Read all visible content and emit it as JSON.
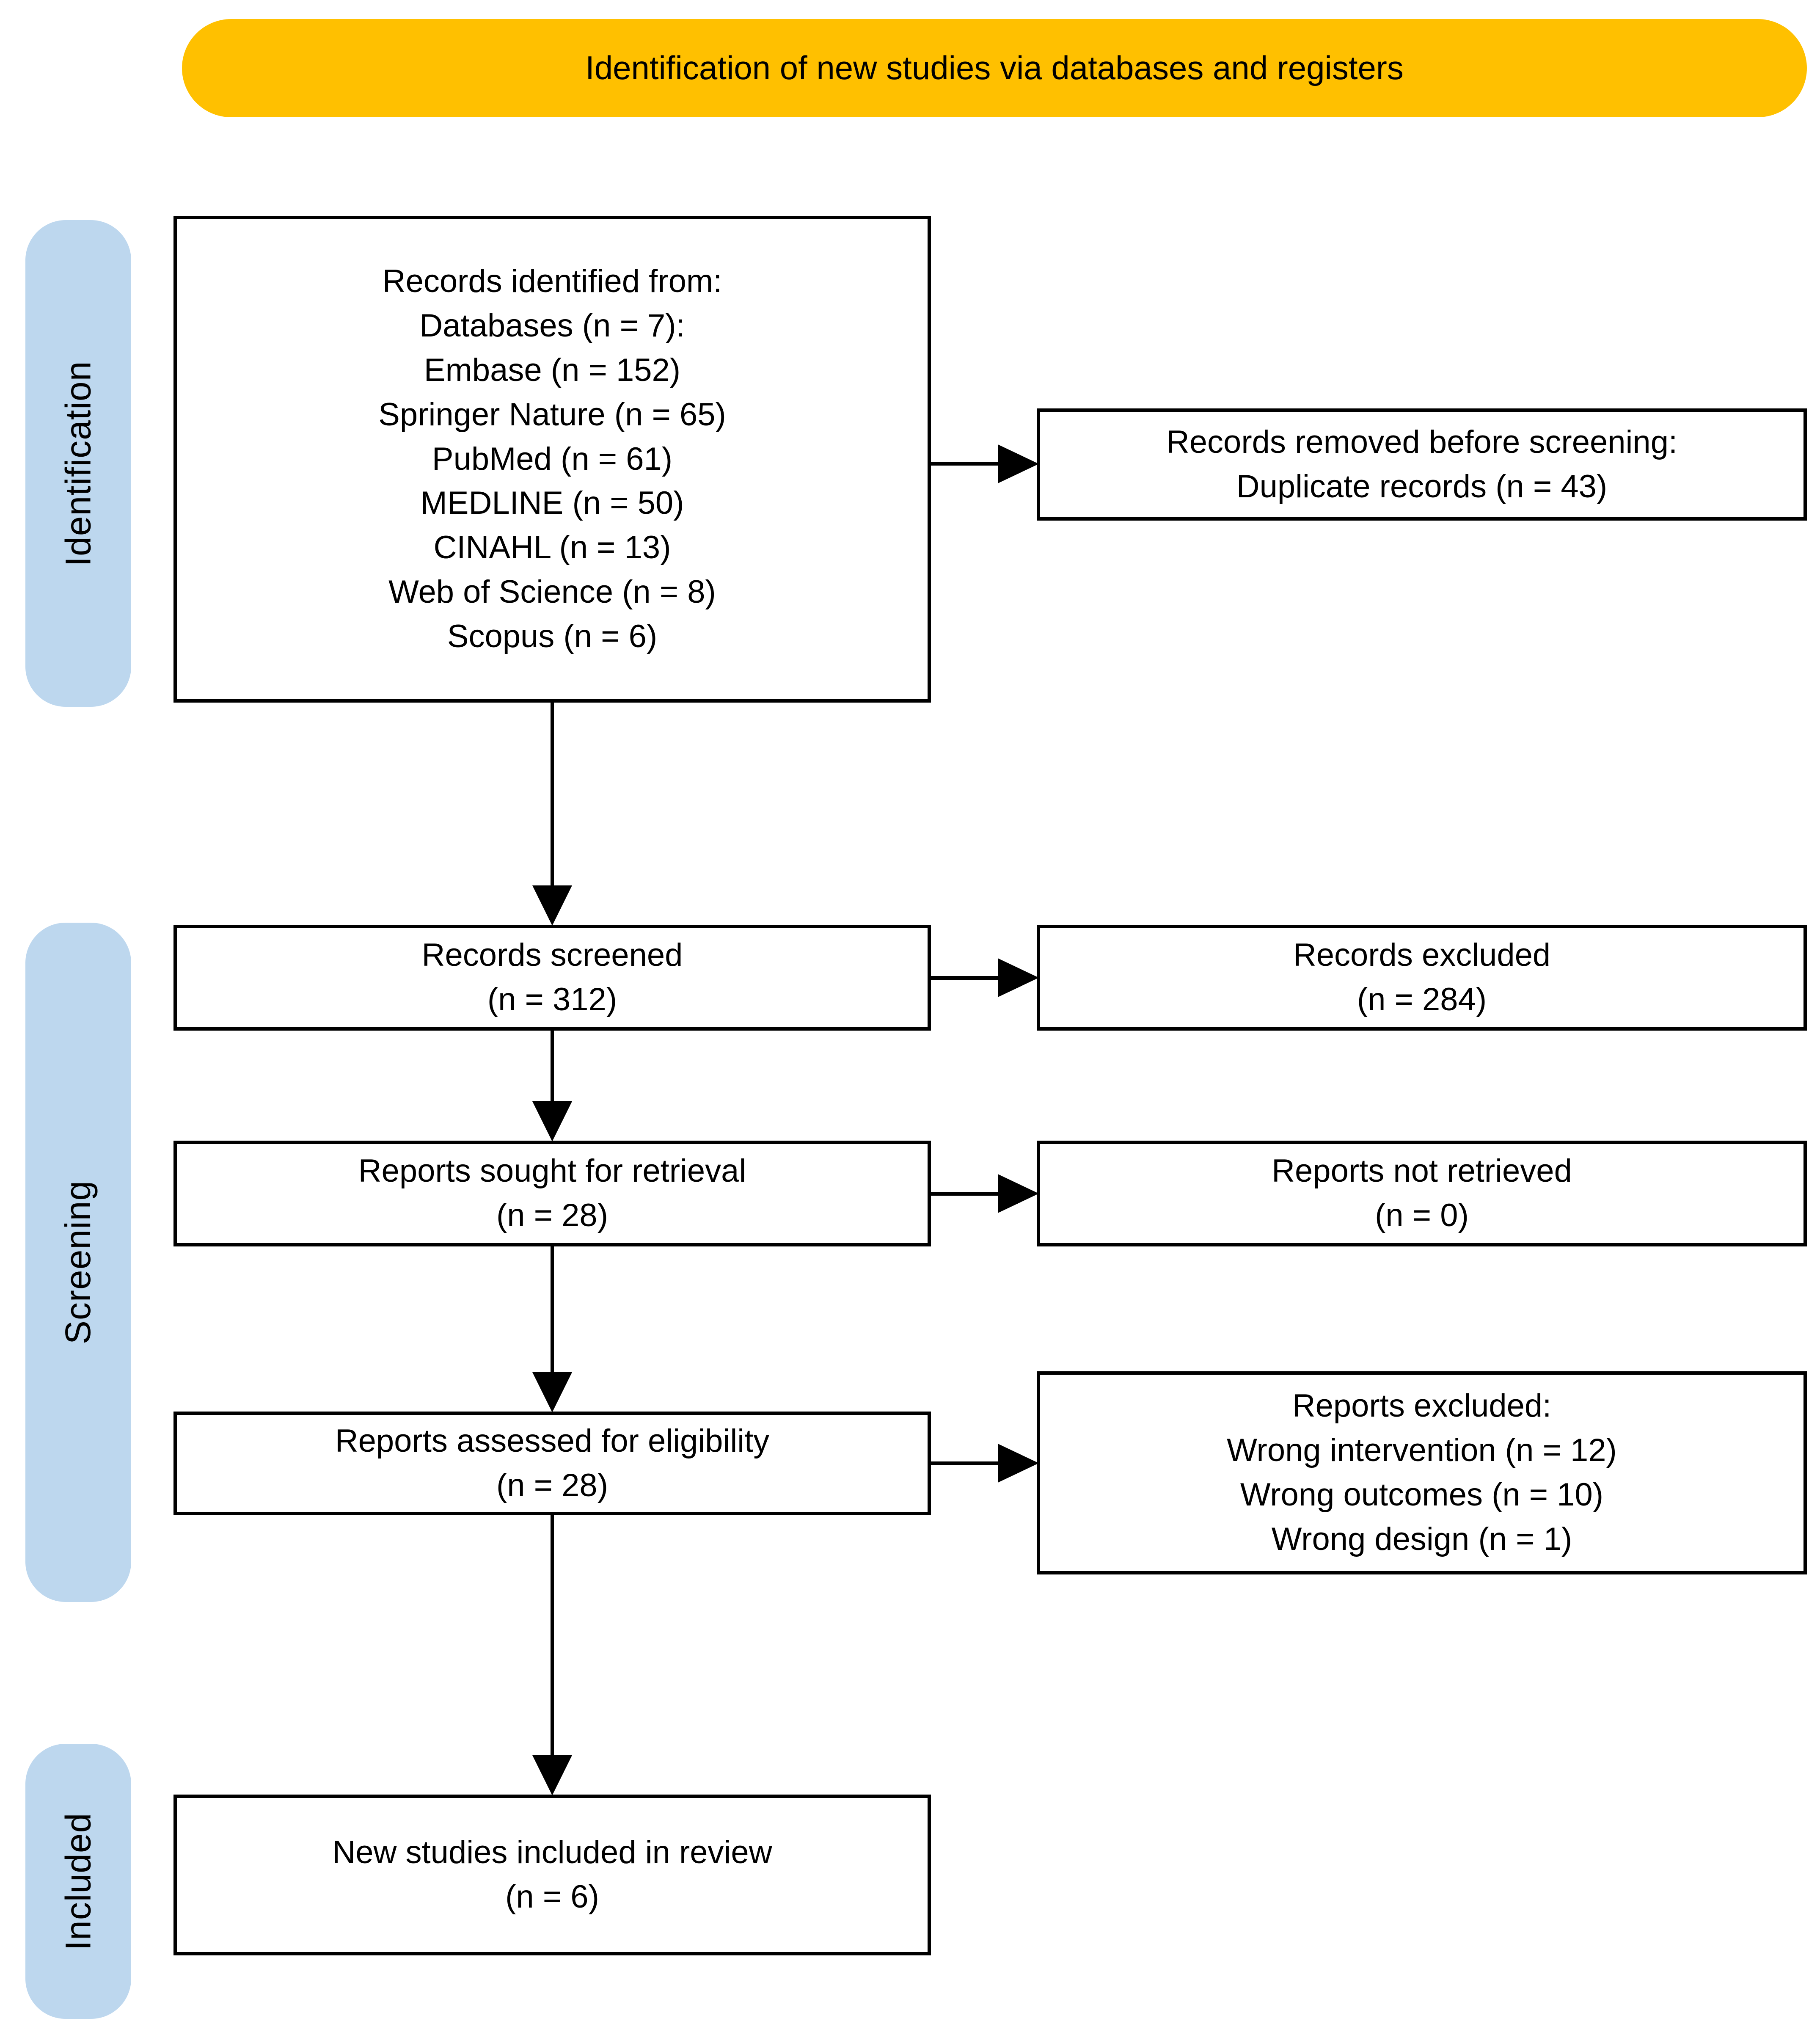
{
  "banner": {
    "title": "Identification of new studies via databases and registers"
  },
  "stages": [
    {
      "label": "Identification"
    },
    {
      "label": "Screening"
    },
    {
      "label": "Included"
    }
  ],
  "boxes": {
    "records_identified": {
      "text": "Records identified from:\nDatabases (n = 7):\nEmbase (n = 152)\nSpringer Nature (n = 65)\nPubMed (n = 61)\nMEDLINE (n = 50)\nCINAHL (n = 13)\nWeb of Science (n = 8)\nScopus (n = 6)"
    },
    "records_removed": {
      "text": "Records removed before screening:\nDuplicate records (n = 43)"
    },
    "records_screened": {
      "text": "Records screened\n(n = 312)"
    },
    "records_excluded": {
      "text": "Records excluded\n(n = 284)"
    },
    "reports_sought": {
      "text": "Reports sought for retrieval\n(n = 28)"
    },
    "reports_not_retrieved": {
      "text": "Reports not retrieved\n(n = 0)"
    },
    "reports_assessed": {
      "text": "Reports assessed for eligibility\n(n = 28)"
    },
    "reports_excluded": {
      "text": "Reports excluded:\nWrong intervention (n = 12)\nWrong outcomes (n = 10)\nWrong design (n = 1)"
    },
    "new_studies": {
      "text": "New studies included in review\n(n = 6)"
    }
  },
  "colors": {
    "banner_bg": "#FFC000",
    "stage_bg": "#BDD7EE",
    "box_border": "#000000",
    "box_bg": "#FFFFFF",
    "text": "#000000"
  }
}
